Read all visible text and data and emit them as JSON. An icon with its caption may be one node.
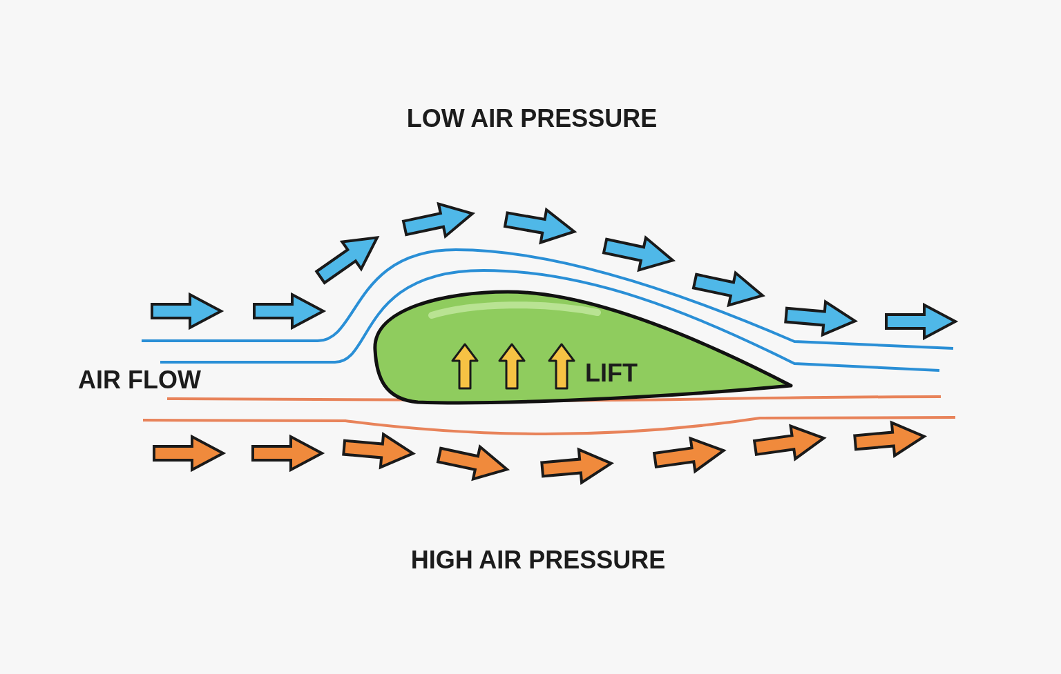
{
  "diagram": {
    "nodes": [
      {
        "text": [
          "LIFT"
        ]
      }
    ],
    "labels": [
      "LOW AIR PRESSURE",
      "AIR FLOW",
      "HIGH AIR PRESSURE"
    ]
  }
}
